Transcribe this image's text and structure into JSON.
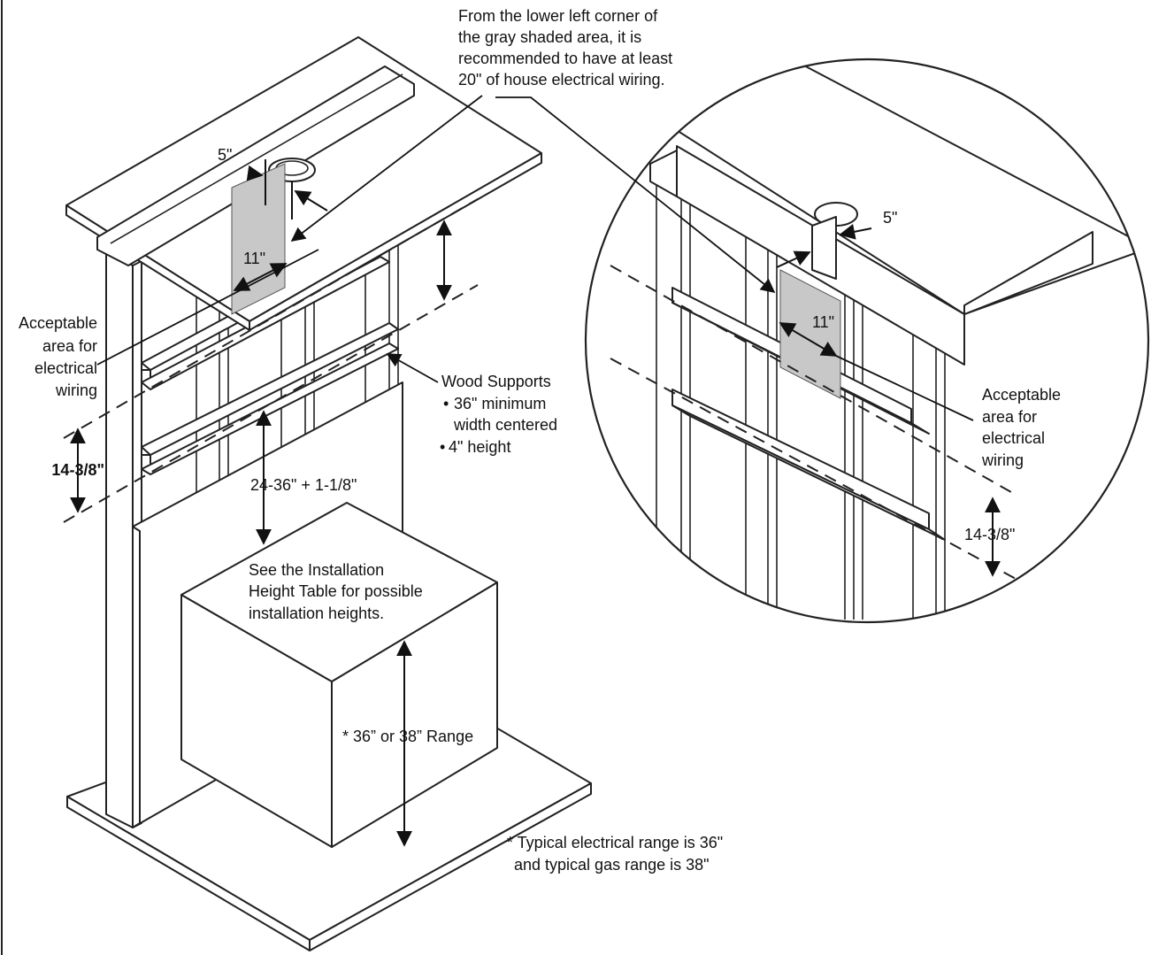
{
  "colors": {
    "ink": "#222222",
    "shade": "#c8c8c8",
    "background": "#ffffff"
  },
  "labels": {
    "note_wiring": [
      "From the lower left corner of",
      "the gray shaded area, it is",
      "recommended to have at least",
      "20\" of house electrical wiring."
    ],
    "dim_5": "5\"",
    "dim_11": "11\"",
    "acceptable_area_left": [
      "Acceptable",
      "area  for",
      "electrical",
      "wiring"
    ],
    "dim_14_left": "14-3/8\"",
    "wood_supports": [
      "Wood Supports",
      "36\" minimum",
      "width centered",
      "4\" height"
    ],
    "bullet": "•",
    "dim_clearance": "24-36\" + 1-1/8\"",
    "see_table": [
      "See the Installation",
      "Height Table for possible",
      "installation heights."
    ],
    "range_height": "* 36” or 38” Range",
    "footnote": [
      "* Typical electrical range is 36\"",
      "and typical gas range is 38\""
    ],
    "zoom_dim_5": "5\"",
    "zoom_dim_11": "11\"",
    "acceptable_area_right": [
      "Acceptable",
      "area  for",
      "electrical",
      "wiring"
    ],
    "dim_14_right": "14-3/8\""
  }
}
